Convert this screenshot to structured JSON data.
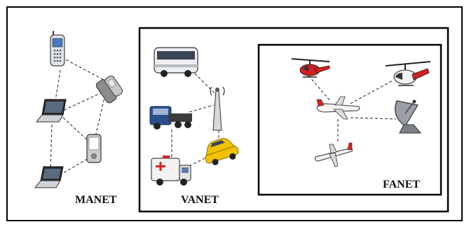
{
  "diagram": {
    "labels": {
      "manet": "MANET",
      "vanet": "VANET",
      "fanet": "FANET"
    },
    "groups": [
      {
        "name": "MANET",
        "nodes": [
          "mobile-phone",
          "laptop",
          "flip-phone",
          "pda",
          "laptop"
        ]
      },
      {
        "name": "VANET",
        "nodes": [
          "bus",
          "truck",
          "cell-tower",
          "ambulance",
          "taxi"
        ]
      },
      {
        "name": "FANET",
        "nodes": [
          "helicopter",
          "helicopter",
          "airliner",
          "satellite-dish",
          "jet"
        ]
      }
    ],
    "colors": {
      "outline": "#000000",
      "link": "#333333",
      "taxi": "#f2c200",
      "truck": "#2a4f8f",
      "aircraft_accent": "#d42020"
    }
  }
}
